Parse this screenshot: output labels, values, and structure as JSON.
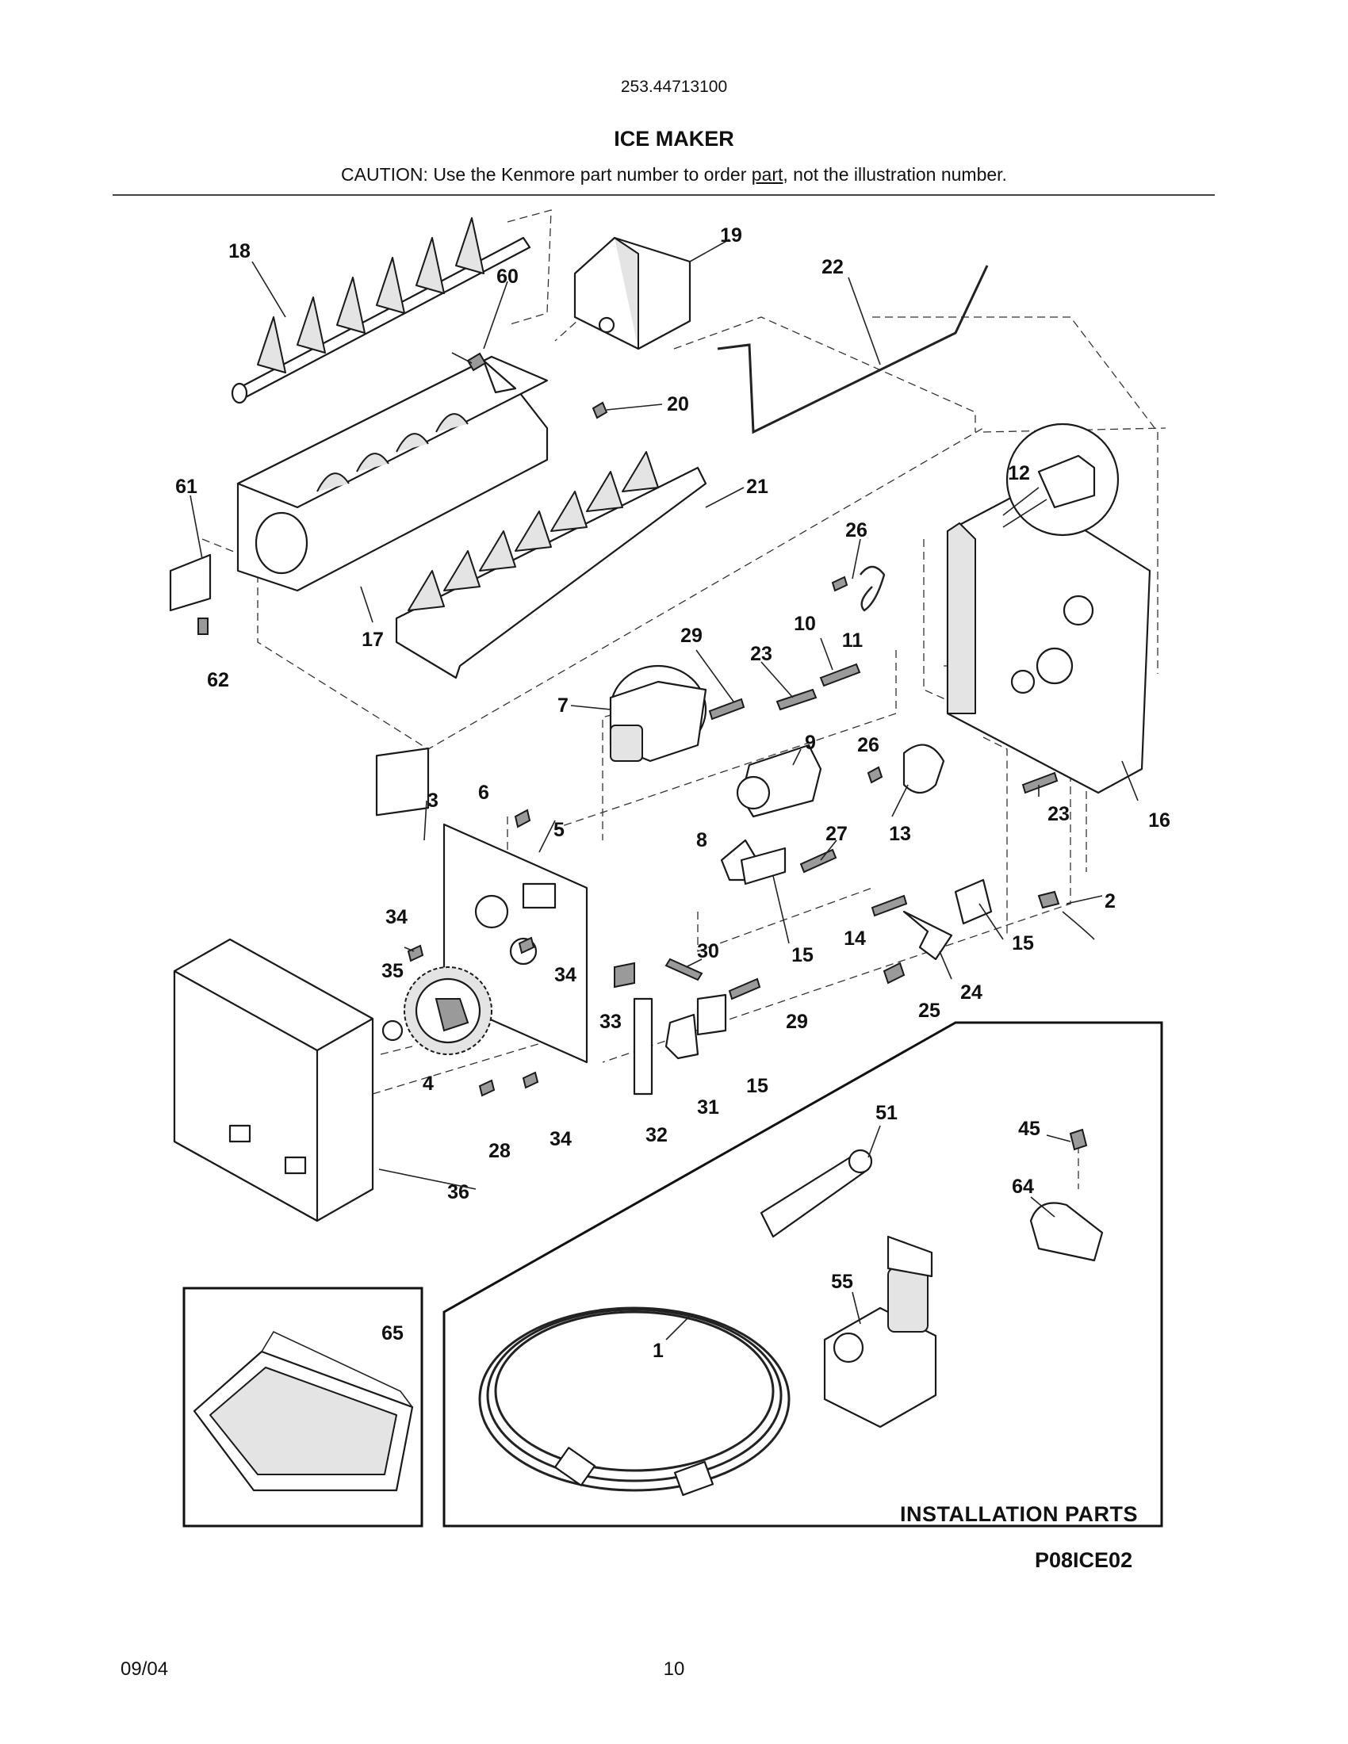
{
  "header": {
    "model_number": "253.44713100",
    "title": "ICE MAKER",
    "caution_prefix": "CAUTION: Use the Kenmore part number to order ",
    "caution_link": "part",
    "caution_suffix": ", not the illustration number."
  },
  "callouts": [
    "18",
    "60",
    "19",
    "22",
    "20",
    "61",
    "21",
    "12",
    "26",
    "17",
    "62",
    "29",
    "10",
    "11",
    "23",
    "7",
    "9",
    "26",
    "3",
    "6",
    "5",
    "8",
    "27",
    "13",
    "23",
    "16",
    "34",
    "2",
    "30",
    "15",
    "14",
    "15",
    "34",
    "35",
    "33",
    "29",
    "24",
    "25",
    "4",
    "15",
    "31",
    "32",
    "28",
    "34",
    "51",
    "45",
    "36",
    "64",
    "55",
    "65",
    "1"
  ],
  "installation_label": "INSTALLATION PARTS",
  "diagram_code": "P08ICE02",
  "footer": {
    "date": "09/04",
    "page": "10"
  }
}
